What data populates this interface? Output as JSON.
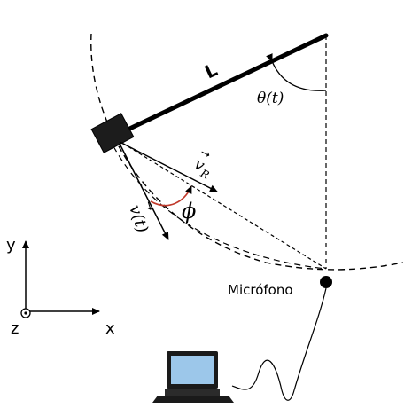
{
  "labels": {
    "rod": "L",
    "theta": "θ(t)",
    "v_r": "v",
    "v_r_sub": "R",
    "v_t": "v(t)",
    "phi": "ϕ",
    "microphone": "Micrófono",
    "axis_x": "x",
    "axis_y": "y",
    "axis_z": "z"
  },
  "colors": {
    "line": "#000000",
    "phi_arc": "#c0392b",
    "laptop_screen": "#9cc7ea",
    "laptop_body": "#1a1a1a"
  },
  "icons": {
    "source_block": "speaker-block-icon",
    "microphone": "microphone-dot-icon",
    "computer": "laptop-icon",
    "z_axis": "z-out-of-page-icon"
  }
}
